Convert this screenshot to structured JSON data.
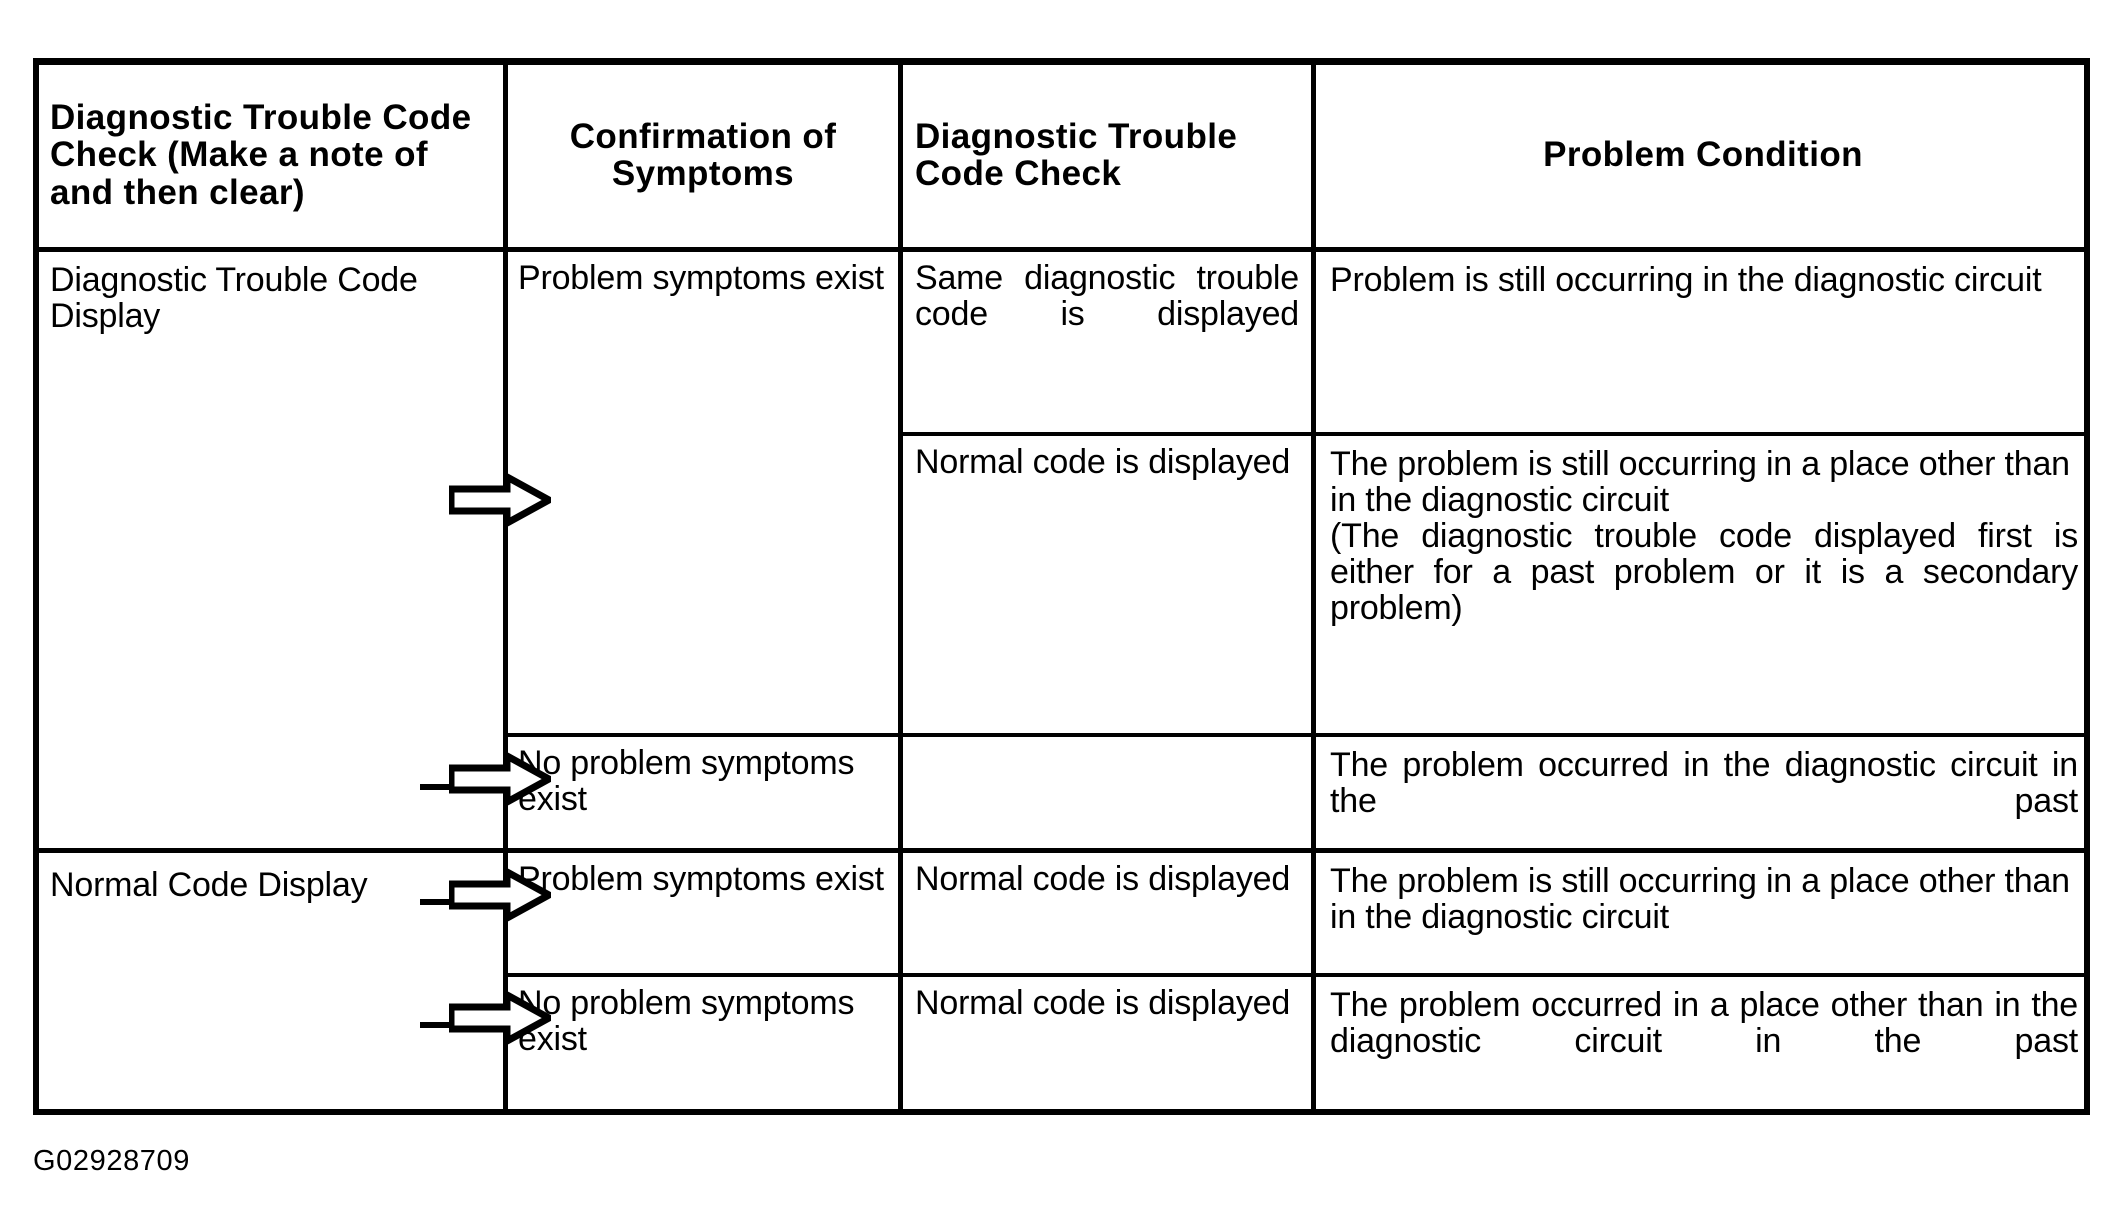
{
  "figure": {
    "caption": "G02928709"
  },
  "table": {
    "headers": [
      "Diagnostic Trouble Code Check (Make a note of and then clear)",
      "Confirmation of Symptoms",
      "Diagnostic Trouble Code Check",
      "Problem Condition"
    ],
    "cells": {
      "code_display": "Diagnostic Trouble Code Display",
      "normal_code_display": "Normal Code Display",
      "problem_symptoms_exist_1": "Problem symptoms exist",
      "no_problem_symptoms_exist_1": "No problem symptoms exist",
      "problem_symptoms_exist_2": "Problem symptoms exist",
      "no_problem_symptoms_exist_2": "No problem symptoms exist",
      "same_dtc_displayed": "Same diagnostic trouble code is displayed",
      "normal_code_displayed_1": "Normal code is displayed",
      "normal_code_displayed_2": "Normal code is displayed",
      "normal_code_displayed_3": "Normal code is displayed",
      "condition_1": "Problem is still occurring in the diagnostic circuit",
      "condition_2_line1": "The problem is still occurring in a place other than in the diagnostic circuit",
      "condition_2_line2": "(The diagnostic trouble code displayed first is either for a past problem or it is a secondary problem)",
      "condition_3": "The problem occurred in the diagnostic circuit in the past",
      "condition_4": "The problem is still occurring in a place other than in the diagnostic circuit",
      "condition_5": "The problem occurred in a place other than in the diagnostic circuit in the past"
    },
    "arrow_icon_name": "right-arrow-outline"
  }
}
